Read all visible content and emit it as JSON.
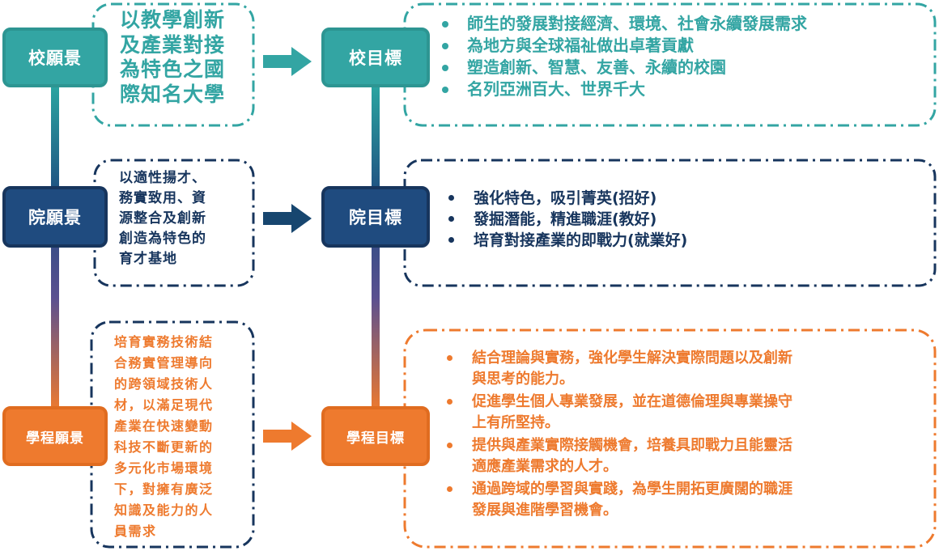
{
  "colors": {
    "teal": "#33a5a3",
    "teal_light": "#3fb5b1",
    "navy": "#1f4b7f",
    "navy_dark": "#17355d",
    "orange": "#ee7a2e",
    "purple": "#5a5090"
  },
  "school": {
    "vision_label": "校願景",
    "vision_text": [
      "以教學創新",
      "及產業對接",
      "為特色之國",
      "際知名大學"
    ],
    "goal_label": "校目標",
    "goals": [
      "師生的發展對接經濟、環境、社會永續發展需求",
      "為地方與全球福祉做出卓著貢獻",
      "塑造創新、智慧、友善、永續的校園",
      "名列亞洲百大、世界千大"
    ]
  },
  "college": {
    "vision_label": "院願景",
    "vision_text": [
      "以適性揚才、",
      "務實致用、資",
      "源整合及創新",
      "創造為特色的",
      "育才基地"
    ],
    "goal_label": "院目標",
    "goals": [
      "強化特色，吸引菁英(招好)",
      "發掘潛能，精進職涯(教好)",
      "培育對接產業的即戰力(就業好)"
    ]
  },
  "program": {
    "vision_label": "學程願景",
    "vision_text": [
      "培育實務技術結",
      "合務實管理導向",
      "的跨領域技術人",
      "材，以滿足現代",
      "產業在快速變動",
      "科技不斷更新的",
      "多元化市場環境",
      "下，對擁有廣泛",
      "知識及能力的人",
      "員需求"
    ],
    "goal_label": "學程目標",
    "goals": [
      [
        "結合理論與實務，強化學生解決實際問題以及創新",
        "與思考的能力。"
      ],
      [
        "促進學生個人專業發展，並在道德倫理與專業操守",
        "上有所堅持。"
      ],
      [
        "提供與產業實際接觸機會，培養具即戰力且能靈活",
        "適應產業需求的人才。"
      ],
      [
        "通過跨域的學習與實踐，為學生開拓更廣闊的職涯",
        "發展與進階學習機會。"
      ]
    ]
  }
}
